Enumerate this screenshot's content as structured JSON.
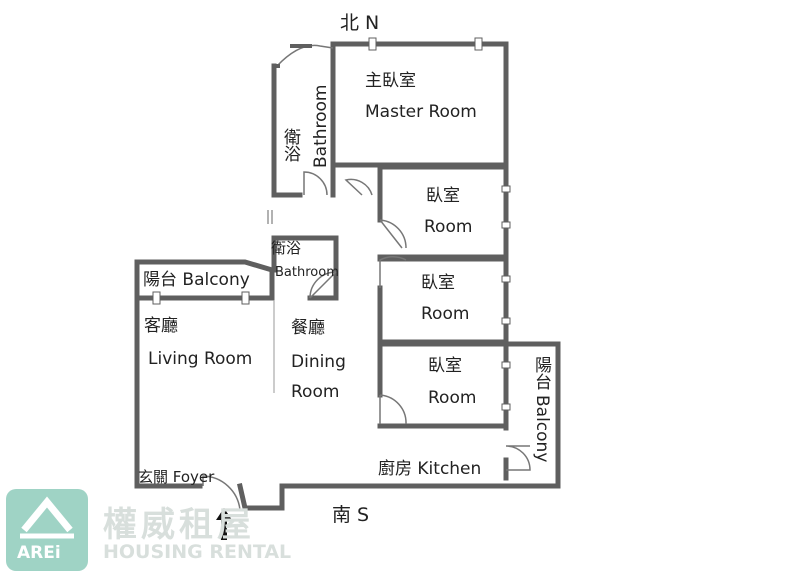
{
  "compass": {
    "north": "北 N",
    "south": "南 S"
  },
  "rooms": {
    "master_zh": "主臥室",
    "master_en": "Master Room",
    "bath1_zh": "衛浴",
    "bath1_en": "Bathroom",
    "bath2_zh": "衛浴",
    "bath2_en": "Bathroom",
    "room1_zh": "臥室",
    "room1_en": "Room",
    "room2_zh": "臥室",
    "room2_en": "Room",
    "room3_zh": "臥室",
    "room3_en": "Room",
    "balcony_left": "陽台 Balcony",
    "balcony_right_zh": "陽台",
    "balcony_right_en": "Balcony",
    "living_zh": "客廳",
    "living_en": "Living Room",
    "dining_zh": "餐廳",
    "dining_en1": "Dining",
    "dining_en2": "Room",
    "kitchen": "廚房 Kitchen",
    "foyer": "玄關 Foyer"
  },
  "logo": {
    "badge": "AREi",
    "name_zh": "權威租屋",
    "name_en": "HOUSING RENTAL",
    "brand_color": "#9fd3c5"
  },
  "colors": {
    "wall": "#5f5f5f",
    "door": "#777777"
  }
}
